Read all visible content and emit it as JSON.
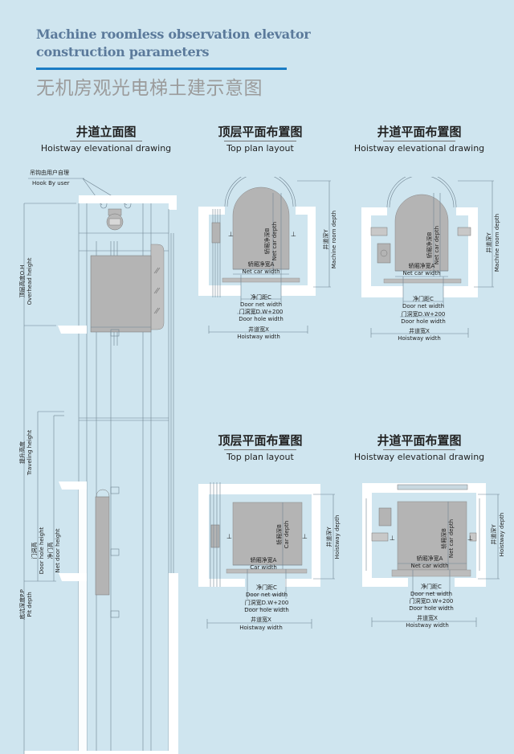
{
  "header": {
    "title_en_line1": "Machine roomless observation elevator",
    "title_en_line2": "construction parameters",
    "title_cn": "无机房观光电梯土建示意图",
    "accent": "#1a7cc4"
  },
  "elevation": {
    "heading_cn": "井道立面图",
    "heading_en": "Hoistway elevational drawing",
    "hook_cn": "吊钩由用户自理",
    "hook_en": "Hook By user",
    "overhead_cn": "顶层高度O.H",
    "overhead_en": "Overhead height",
    "travel_cn": "提升高度",
    "travel_en": "Traveling height",
    "door_hole_cn": "门洞高",
    "door_hole_en": "Door hole height",
    "net_door_cn": "净门高",
    "net_door_en": "Net door height",
    "pit_cn": "底坑深度P.P",
    "pit_en": "Pit depth"
  },
  "plans": [
    {
      "heading_cn": "顶层平面布置图",
      "heading_en": "Top plan layout",
      "car_cn": "轿厢净宽A",
      "car_en": "Net car width",
      "depth_cn": "轿厢净深B",
      "depth_en": "Net car depth",
      "door_cn": "净门距C",
      "door_en": "Door net width",
      "hole_cn": "门洞宽D.W+200",
      "hole_en": "Door hole width",
      "width_cn": "井道宽X",
      "width_en": "Hoistway width",
      "ydepth_cn": "井道深Y",
      "ydepth_en": "Machine room depth"
    },
    {
      "heading_cn": "井道平面布置图",
      "heading_en": "Hoistway elevational drawing",
      "car_cn": "轿厢净宽A",
      "car_en": "Net car width",
      "depth_cn": "轿厢净深B",
      "depth_en": "Net car depth",
      "door_cn": "净门距C",
      "door_en": "Door net width",
      "hole_cn": "门洞宽D.W+200",
      "hole_en": "Door hole width",
      "width_cn": "井道宽X",
      "width_en": "Hoistway width",
      "ydepth_cn": "井道深Y",
      "ydepth_en": "Machine room depth"
    },
    {
      "heading_cn": "顶层平面布置图",
      "heading_en": "Top plan layout",
      "car_cn": "轿厢净宽A",
      "car_en": "Car width",
      "depth_cn": "轿厢深B",
      "depth_en": "Car depth",
      "door_cn": "净门距C",
      "door_en": "Door net width",
      "hole_cn": "门洞宽D.W+200",
      "hole_en": "Door hole width",
      "width_cn": "井道宽X",
      "width_en": "Hoistway width",
      "ydepth_cn": "井道深Y",
      "ydepth_en": "Hoistway depth"
    },
    {
      "heading_cn": "井道平面布置图",
      "heading_en": "Hoistway elevational drawing",
      "car_cn": "轿厢净宽A",
      "car_en": "Net car width",
      "depth_cn": "轿厢深B",
      "depth_en": "Net car depth",
      "door_cn": "净门距C",
      "door_en": "Door net width",
      "hole_cn": "门洞宽D.W+200",
      "hole_en": "Door hole width",
      "width_cn": "井道宽X",
      "width_en": "Hoistway width",
      "ydepth_cn": "井道深Y",
      "ydepth_en": "Hoistway depth"
    }
  ]
}
